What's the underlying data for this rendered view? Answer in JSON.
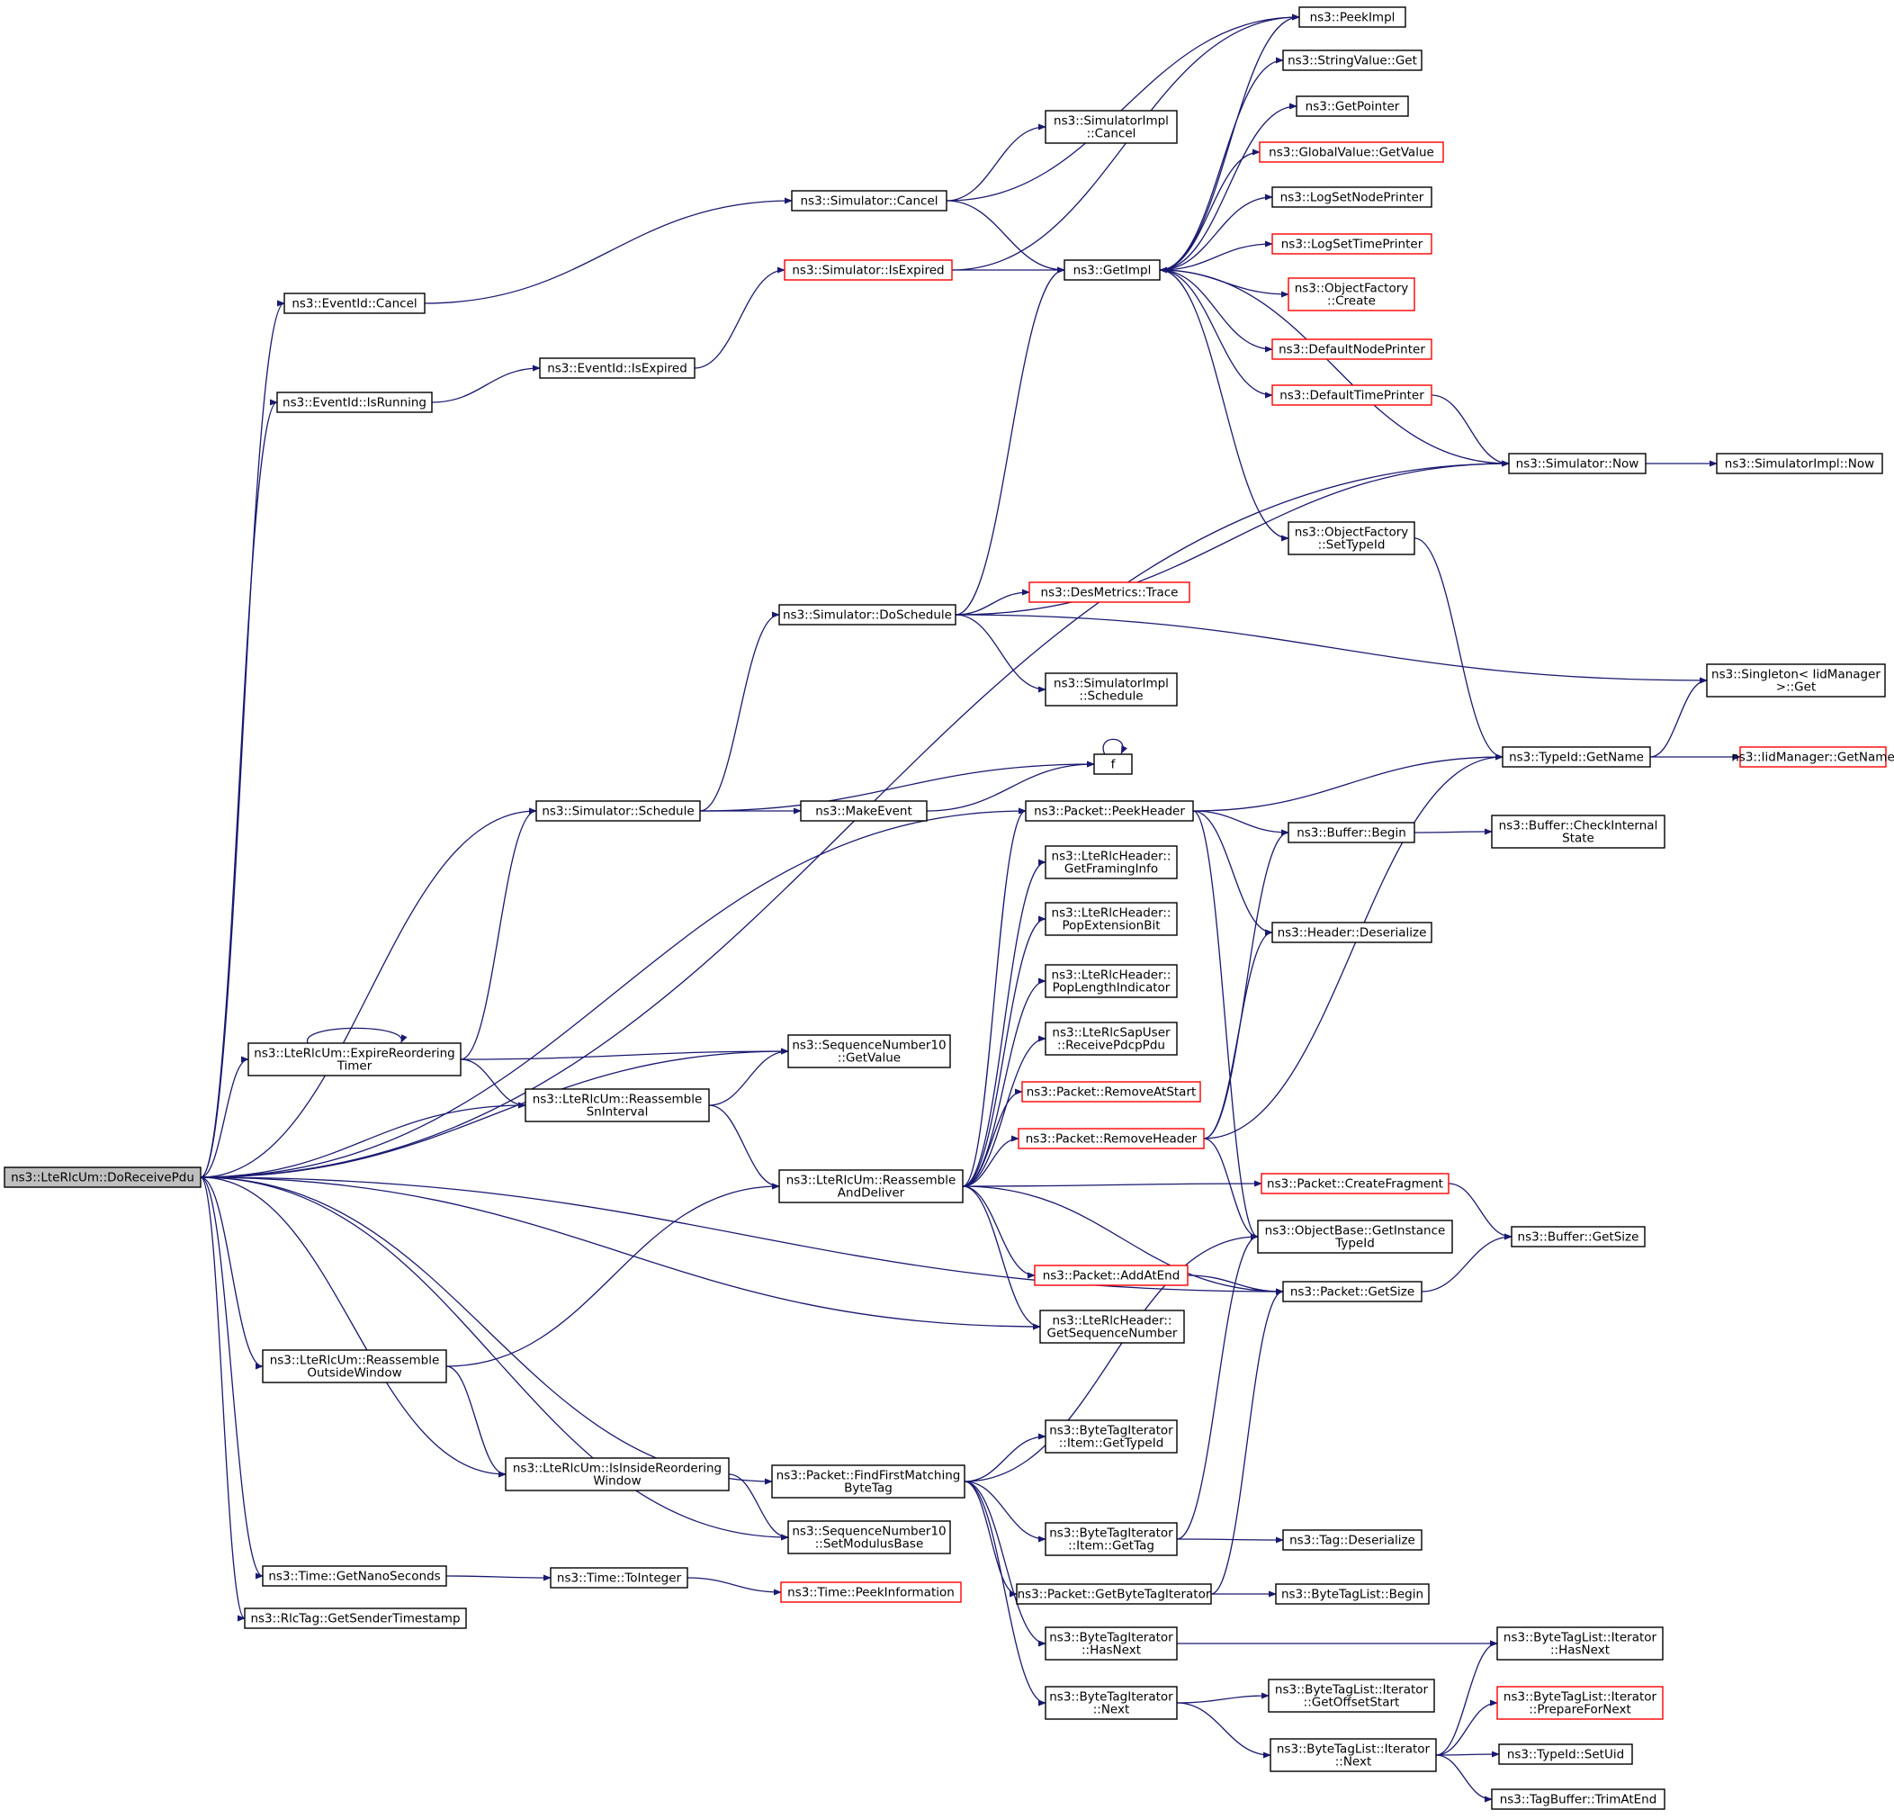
{
  "colors": {
    "edge": "#191970",
    "node_border": "#000000",
    "node_border_truncated": "#ff0000",
    "root_fill": "#bfbfbf",
    "node_fill": "#ffffff"
  },
  "nodes": [
    {
      "id": "root",
      "lines": [
        "ns3::LteRlcUm::DoReceivePdu"
      ],
      "style": "root"
    },
    {
      "id": "eid_cancel",
      "lines": [
        "ns3::EventId::Cancel"
      ],
      "style": "normal"
    },
    {
      "id": "eid_isrunning",
      "lines": [
        "ns3::EventId::IsRunning"
      ],
      "style": "normal"
    },
    {
      "id": "eid_isexpired",
      "lines": [
        "ns3::EventId::IsExpired"
      ],
      "style": "normal"
    },
    {
      "id": "sim_cancel",
      "lines": [
        "ns3::Simulator::Cancel"
      ],
      "style": "normal"
    },
    {
      "id": "simimpl_cancel",
      "lines": [
        "ns3::SimulatorImpl",
        "::Cancel"
      ],
      "style": "normal"
    },
    {
      "id": "sim_isexpired",
      "lines": [
        "ns3::Simulator::IsExpired"
      ],
      "style": "truncated"
    },
    {
      "id": "getimpl",
      "lines": [
        "ns3::GetImpl"
      ],
      "style": "normal"
    },
    {
      "id": "peekimpl",
      "lines": [
        "ns3::PeekImpl"
      ],
      "style": "normal"
    },
    {
      "id": "stringvalue_get",
      "lines": [
        "ns3::StringValue::Get"
      ],
      "style": "normal"
    },
    {
      "id": "getpointer",
      "lines": [
        "ns3::GetPointer"
      ],
      "style": "normal"
    },
    {
      "id": "globalvalue_getvalue",
      "lines": [
        "ns3::GlobalValue::GetValue"
      ],
      "style": "truncated"
    },
    {
      "id": "logsetnodeprinter",
      "lines": [
        "ns3::LogSetNodePrinter"
      ],
      "style": "normal"
    },
    {
      "id": "logsettimeprinter",
      "lines": [
        "ns3::LogSetTimePrinter"
      ],
      "style": "truncated"
    },
    {
      "id": "objfactory_create",
      "lines": [
        "ns3::ObjectFactory",
        "::Create"
      ],
      "style": "truncated"
    },
    {
      "id": "defaultnodeprinter",
      "lines": [
        "ns3::DefaultNodePrinter"
      ],
      "style": "truncated"
    },
    {
      "id": "defaulttimeprinter",
      "lines": [
        "ns3::DefaultTimePrinter"
      ],
      "style": "truncated"
    },
    {
      "id": "sim_now",
      "lines": [
        "ns3::Simulator::Now"
      ],
      "style": "normal"
    },
    {
      "id": "simimpl_now",
      "lines": [
        "ns3::SimulatorImpl::Now"
      ],
      "style": "normal"
    },
    {
      "id": "objfactory_settypeid",
      "lines": [
        "ns3::ObjectFactory",
        "::SetTypeId"
      ],
      "style": "normal"
    },
    {
      "id": "sim_doschedule",
      "lines": [
        "ns3::Simulator::DoSchedule"
      ],
      "style": "normal"
    },
    {
      "id": "desmetrics_trace",
      "lines": [
        "ns3::DesMetrics::Trace"
      ],
      "style": "truncated"
    },
    {
      "id": "simimpl_schedule",
      "lines": [
        "ns3::SimulatorImpl",
        "::Schedule"
      ],
      "style": "normal"
    },
    {
      "id": "singleton_get",
      "lines": [
        "ns3::Singleton< IidManager",
        " >::Get"
      ],
      "style": "normal"
    },
    {
      "id": "f",
      "lines": [
        "f"
      ],
      "style": "normal"
    },
    {
      "id": "typeid_getname",
      "lines": [
        "ns3::TypeId::GetName"
      ],
      "style": "normal"
    },
    {
      "id": "iidmanager_getname",
      "lines": [
        "ns3::IidManager::GetName"
      ],
      "style": "truncated"
    },
    {
      "id": "sim_schedule",
      "lines": [
        "ns3::Simulator::Schedule"
      ],
      "style": "normal"
    },
    {
      "id": "makeevent",
      "lines": [
        "ns3::MakeEvent"
      ],
      "style": "normal"
    },
    {
      "id": "packet_peekheader",
      "lines": [
        "ns3::Packet::PeekHeader"
      ],
      "style": "normal"
    },
    {
      "id": "buffer_begin",
      "lines": [
        "ns3::Buffer::Begin"
      ],
      "style": "normal"
    },
    {
      "id": "buffer_checkinternal",
      "lines": [
        "ns3::Buffer::CheckInternal",
        "State"
      ],
      "style": "normal"
    },
    {
      "id": "lterlcheader_getframing",
      "lines": [
        "ns3::LteRlcHeader::",
        "GetFramingInfo"
      ],
      "style": "normal"
    },
    {
      "id": "lterlcheader_popext",
      "lines": [
        "ns3::LteRlcHeader::",
        "PopExtensionBit"
      ],
      "style": "normal"
    },
    {
      "id": "header_deserialize",
      "lines": [
        "ns3::Header::Deserialize"
      ],
      "style": "normal"
    },
    {
      "id": "lterlcheader_poplen",
      "lines": [
        "ns3::LteRlcHeader::",
        "PopLengthIndicator"
      ],
      "style": "normal"
    },
    {
      "id": "expirereordering",
      "lines": [
        "ns3::LteRlcUm::ExpireReordering",
        "Timer"
      ],
      "style": "normal"
    },
    {
      "id": "seqnum_getvalue",
      "lines": [
        "ns3::SequenceNumber10",
        "::GetValue"
      ],
      "style": "normal"
    },
    {
      "id": "lterlcsapuser_receive",
      "lines": [
        "ns3::LteRlcSapUser",
        "::ReceivePdcpPdu"
      ],
      "style": "normal"
    },
    {
      "id": "reassemble_sninterval",
      "lines": [
        "ns3::LteRlcUm::Reassemble",
        "SnInterval"
      ],
      "style": "normal"
    },
    {
      "id": "packet_removeatstart",
      "lines": [
        "ns3::Packet::RemoveAtStart"
      ],
      "style": "truncated"
    },
    {
      "id": "packet_removeheader",
      "lines": [
        "ns3::Packet::RemoveHeader"
      ],
      "style": "truncated"
    },
    {
      "id": "reassemble_anddeliver",
      "lines": [
        "ns3::LteRlcUm::Reassemble",
        "AndDeliver"
      ],
      "style": "normal"
    },
    {
      "id": "packet_createfragment",
      "lines": [
        "ns3::Packet::CreateFragment"
      ],
      "style": "truncated"
    },
    {
      "id": "objectbase_getinstance",
      "lines": [
        "ns3::ObjectBase::GetInstance",
        "TypeId"
      ],
      "style": "normal"
    },
    {
      "id": "buffer_getsize",
      "lines": [
        "ns3::Buffer::GetSize"
      ],
      "style": "normal"
    },
    {
      "id": "packet_addatend",
      "lines": [
        "ns3::Packet::AddAtEnd"
      ],
      "style": "truncated"
    },
    {
      "id": "packet_getsize",
      "lines": [
        "ns3::Packet::GetSize"
      ],
      "style": "normal"
    },
    {
      "id": "lterlcheader_getseq",
      "lines": [
        "ns3::LteRlcHeader::",
        "GetSequenceNumber"
      ],
      "style": "normal"
    },
    {
      "id": "reassemble_outside",
      "lines": [
        "ns3::LteRlcUm::Reassemble",
        "OutsideWindow"
      ],
      "style": "normal"
    },
    {
      "id": "bytetagiter_item_gettypeid",
      "lines": [
        "ns3::ByteTagIterator",
        "::Item::GetTypeId"
      ],
      "style": "normal"
    },
    {
      "id": "packet_findfirst",
      "lines": [
        "ns3::Packet::FindFirstMatching",
        "ByteTag"
      ],
      "style": "normal"
    },
    {
      "id": "isinsidereordering",
      "lines": [
        "ns3::LteRlcUm::IsInsideReordering",
        "Window"
      ],
      "style": "normal"
    },
    {
      "id": "bytetagiter_item_gettag",
      "lines": [
        "ns3::ByteTagIterator",
        "::Item::GetTag"
      ],
      "style": "normal"
    },
    {
      "id": "tag_deserialize",
      "lines": [
        "ns3::Tag::Deserialize"
      ],
      "style": "normal"
    },
    {
      "id": "seqnum_setmodulus",
      "lines": [
        "ns3::SequenceNumber10",
        "::SetModulusBase"
      ],
      "style": "normal"
    },
    {
      "id": "time_getnano",
      "lines": [
        "ns3::Time::GetNanoSeconds"
      ],
      "style": "normal"
    },
    {
      "id": "time_tointeger",
      "lines": [
        "ns3::Time::ToInteger"
      ],
      "style": "normal"
    },
    {
      "id": "time_peekinfo",
      "lines": [
        "ns3::Time::PeekInformation"
      ],
      "style": "truncated"
    },
    {
      "id": "packet_getbytetagiter",
      "lines": [
        "ns3::Packet::GetByteTagIterator"
      ],
      "style": "normal"
    },
    {
      "id": "bytetaglist_begin",
      "lines": [
        "ns3::ByteTagList::Begin"
      ],
      "style": "normal"
    },
    {
      "id": "rlctag_getsender",
      "lines": [
        "ns3::RlcTag::GetSenderTimestamp"
      ],
      "style": "normal"
    },
    {
      "id": "bytetagiter_hasnext",
      "lines": [
        "ns3::ByteTagIterator",
        "::HasNext"
      ],
      "style": "normal"
    },
    {
      "id": "bytetaglist_iter_hasnext",
      "lines": [
        "ns3::ByteTagList::Iterator",
        "::HasNext"
      ],
      "style": "normal"
    },
    {
      "id": "bytetagiter_next",
      "lines": [
        "ns3::ByteTagIterator",
        "::Next"
      ],
      "style": "normal"
    },
    {
      "id": "bytetaglist_iter_getoffset",
      "lines": [
        "ns3::ByteTagList::Iterator",
        "::GetOffsetStart"
      ],
      "style": "normal"
    },
    {
      "id": "bytetaglist_iter_prepare",
      "lines": [
        "ns3::ByteTagList::Iterator",
        "::PrepareForNext"
      ],
      "style": "truncated"
    },
    {
      "id": "bytetaglist_iter_next",
      "lines": [
        "ns3::ByteTagList::Iterator",
        "::Next"
      ],
      "style": "normal"
    },
    {
      "id": "typeid_setuid",
      "lines": [
        "ns3::TypeId::SetUid"
      ],
      "style": "normal"
    },
    {
      "id": "tagbuffer_trimatend",
      "lines": [
        "ns3::TagBuffer::TrimAtEnd"
      ],
      "style": "normal"
    }
  ],
  "edges": [
    [
      "root",
      "eid_cancel"
    ],
    [
      "root",
      "eid_isrunning"
    ],
    [
      "root",
      "sim_now"
    ],
    [
      "root",
      "sim_schedule"
    ],
    [
      "root",
      "expirereordering"
    ],
    [
      "root",
      "seqnum_getvalue"
    ],
    [
      "root",
      "reassemble_sninterval"
    ],
    [
      "root",
      "packet_peekheader"
    ],
    [
      "root",
      "lterlcheader_getseq"
    ],
    [
      "root",
      "packet_getsize"
    ],
    [
      "root",
      "reassemble_outside"
    ],
    [
      "root",
      "packet_findfirst"
    ],
    [
      "root",
      "isinsidereordering"
    ],
    [
      "root",
      "seqnum_setmodulus"
    ],
    [
      "root",
      "time_getnano"
    ],
    [
      "root",
      "rlctag_getsender"
    ],
    [
      "eid_cancel",
      "sim_cancel"
    ],
    [
      "eid_isrunning",
      "eid_isexpired"
    ],
    [
      "eid_isexpired",
      "sim_isexpired"
    ],
    [
      "sim_cancel",
      "simimpl_cancel"
    ],
    [
      "sim_cancel",
      "peekimpl"
    ],
    [
      "sim_cancel",
      "getimpl"
    ],
    [
      "sim_isexpired",
      "peekimpl"
    ],
    [
      "sim_isexpired",
      "getimpl"
    ],
    [
      "getimpl",
      "peekimpl"
    ],
    [
      "getimpl",
      "stringvalue_get"
    ],
    [
      "getimpl",
      "getpointer"
    ],
    [
      "getimpl",
      "globalvalue_getvalue"
    ],
    [
      "getimpl",
      "logsetnodeprinter"
    ],
    [
      "getimpl",
      "logsettimeprinter"
    ],
    [
      "getimpl",
      "objfactory_create"
    ],
    [
      "getimpl",
      "defaultnodeprinter"
    ],
    [
      "getimpl",
      "defaulttimeprinter"
    ],
    [
      "getimpl",
      "objfactory_settypeid"
    ],
    [
      "defaulttimeprinter",
      "sim_now"
    ],
    [
      "sim_now",
      "getimpl"
    ],
    [
      "sim_now",
      "simimpl_now"
    ],
    [
      "objfactory_settypeid",
      "typeid_getname"
    ],
    [
      "sim_doschedule",
      "getimpl"
    ],
    [
      "sim_doschedule",
      "sim_now"
    ],
    [
      "sim_doschedule",
      "desmetrics_trace"
    ],
    [
      "sim_doschedule",
      "simimpl_schedule"
    ],
    [
      "sim_doschedule",
      "singleton_get"
    ],
    [
      "f",
      "f"
    ],
    [
      "typeid_getname",
      "singleton_get"
    ],
    [
      "typeid_getname",
      "iidmanager_getname"
    ],
    [
      "sim_schedule",
      "sim_doschedule"
    ],
    [
      "sim_schedule",
      "f"
    ],
    [
      "sim_schedule",
      "makeevent"
    ],
    [
      "makeevent",
      "f"
    ],
    [
      "packet_peekheader",
      "typeid_getname"
    ],
    [
      "packet_peekheader",
      "buffer_begin"
    ],
    [
      "packet_peekheader",
      "header_deserialize"
    ],
    [
      "packet_peekheader",
      "objectbase_getinstance"
    ],
    [
      "buffer_begin",
      "buffer_checkinternal"
    ],
    [
      "expirereordering",
      "expirereordering"
    ],
    [
      "expirereordering",
      "sim_schedule"
    ],
    [
      "expirereordering",
      "seqnum_getvalue"
    ],
    [
      "expirereordering",
      "reassemble_sninterval"
    ],
    [
      "reassemble_sninterval",
      "seqnum_getvalue"
    ],
    [
      "reassemble_sninterval",
      "reassemble_anddeliver"
    ],
    [
      "reassemble_anddeliver",
      "packet_peekheader"
    ],
    [
      "reassemble_anddeliver",
      "lterlcheader_getframing"
    ],
    [
      "reassemble_anddeliver",
      "lterlcheader_popext"
    ],
    [
      "reassemble_anddeliver",
      "lterlcheader_poplen"
    ],
    [
      "reassemble_anddeliver",
      "lterlcsapuser_receive"
    ],
    [
      "reassemble_anddeliver",
      "packet_removeatstart"
    ],
    [
      "reassemble_anddeliver",
      "packet_removeheader"
    ],
    [
      "reassemble_anddeliver",
      "packet_createfragment"
    ],
    [
      "reassemble_anddeliver",
      "packet_addatend"
    ],
    [
      "reassemble_anddeliver",
      "lterlcheader_getseq"
    ],
    [
      "reassemble_anddeliver",
      "packet_getsize"
    ],
    [
      "packet_removeheader",
      "typeid_getname"
    ],
    [
      "packet_removeheader",
      "buffer_begin"
    ],
    [
      "packet_removeheader",
      "header_deserialize"
    ],
    [
      "packet_removeheader",
      "objectbase_getinstance"
    ],
    [
      "packet_createfragment",
      "buffer_getsize"
    ],
    [
      "packet_addatend",
      "packet_getsize"
    ],
    [
      "packet_getsize",
      "buffer_getsize"
    ],
    [
      "reassemble_outside",
      "reassemble_anddeliver"
    ],
    [
      "reassemble_outside",
      "isinsidereordering"
    ],
    [
      "isinsidereordering",
      "seqnum_setmodulus"
    ],
    [
      "packet_findfirst",
      "bytetagiter_item_gettypeid"
    ],
    [
      "packet_findfirst",
      "objectbase_getinstance"
    ],
    [
      "packet_findfirst",
      "bytetagiter_item_gettag"
    ],
    [
      "packet_findfirst",
      "packet_getbytetagiter"
    ],
    [
      "packet_findfirst",
      "bytetagiter_hasnext"
    ],
    [
      "packet_findfirst",
      "bytetagiter_next"
    ],
    [
      "bytetagiter_item_gettag",
      "objectbase_getinstance"
    ],
    [
      "bytetagiter_item_gettag",
      "tag_deserialize"
    ],
    [
      "packet_getbytetagiter",
      "packet_getsize"
    ],
    [
      "packet_getbytetagiter",
      "bytetaglist_begin"
    ],
    [
      "time_getnano",
      "time_tointeger"
    ],
    [
      "time_tointeger",
      "time_peekinfo"
    ],
    [
      "bytetagiter_hasnext",
      "bytetaglist_iter_hasnext"
    ],
    [
      "bytetagiter_next",
      "bytetaglist_iter_getoffset"
    ],
    [
      "bytetagiter_next",
      "bytetaglist_iter_next"
    ],
    [
      "bytetaglist_iter_next",
      "bytetaglist_iter_hasnext"
    ],
    [
      "bytetaglist_iter_next",
      "bytetaglist_iter_prepare"
    ],
    [
      "bytetaglist_iter_next",
      "typeid_setuid"
    ],
    [
      "bytetaglist_iter_next",
      "tagbuffer_trimatend"
    ]
  ]
}
